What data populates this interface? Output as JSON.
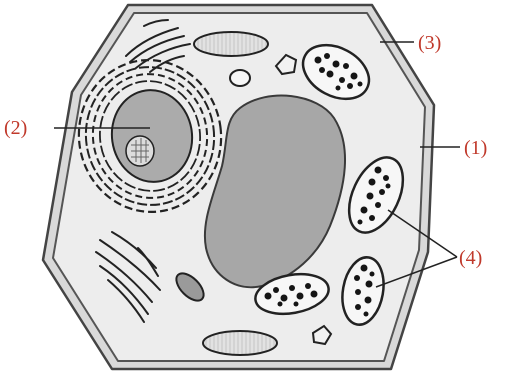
{
  "diagram": {
    "labels": {
      "nucleus": "(2)",
      "cell_wall": "(3)",
      "cell_membrane": "(1)",
      "chloroplasts": "(4)"
    },
    "colors": {
      "label_text": "#c0392b",
      "cytoplasm": "#ededed",
      "vacuole": "#a7a7a7",
      "outline": "#444444"
    }
  }
}
